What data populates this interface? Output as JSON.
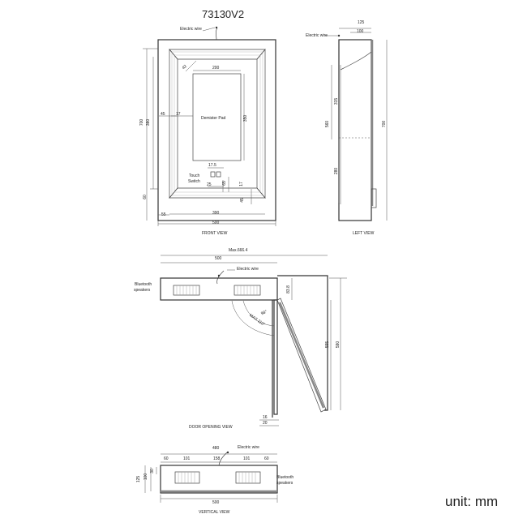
{
  "title": "73130V2",
  "unit": "unit: mm",
  "front_view": {
    "label": "FRONT VIEW",
    "electric_wire": "Electric wire",
    "demister_pad": "Demister Pad",
    "touch_switch_1": "Touch",
    "touch_switch_2": "Switch",
    "dims": {
      "w_pad": "200",
      "h_pad": "350",
      "overall_h": "700",
      "inner_h": "380",
      "left_45": "45",
      "left_17": "17",
      "d_42": "42",
      "d_17_5": "17.5",
      "d_25": "25",
      "d_65": "65",
      "d_17b": "17",
      "d_60": "60",
      "d_45b": "45",
      "d_55": "55",
      "d_390": "390",
      "overall_w": "500"
    }
  },
  "left_view": {
    "label": "LEFT VIEW",
    "electric_wire": "Electric wire",
    "dims": {
      "d_125": "125",
      "d_100": "100",
      "d_315": "315",
      "d_560": "560",
      "d_700": "700",
      "d_280": "280"
    }
  },
  "door_view": {
    "label": "DOOR   OPENING   VIEW",
    "bluetooth_1": "Bluetooth",
    "bluetooth_2": "speakers",
    "electric_wire": "Electric wire",
    "dims": {
      "max": "Max.666.4",
      "w_500": "500",
      "d_83_8": "83.8",
      "angle_98": "98°",
      "angle_110": "MAX 110°",
      "d_555": "555",
      "d_590": "590",
      "d_16": "16",
      "d_20": "20"
    }
  },
  "vertical_view": {
    "label": "VERTICAL VIEW",
    "electric_wire": "Electric wire",
    "bluetooth_1": "Bluetooth",
    "bluetooth_2": "speakers",
    "dims": {
      "d_480": "480",
      "d_60a": "60",
      "d_101a": "101",
      "d_158": "158",
      "d_101b": "101",
      "d_60b": "60",
      "d_125": "125",
      "d_100": "100",
      "d_30": "30",
      "d_500": "500"
    }
  }
}
